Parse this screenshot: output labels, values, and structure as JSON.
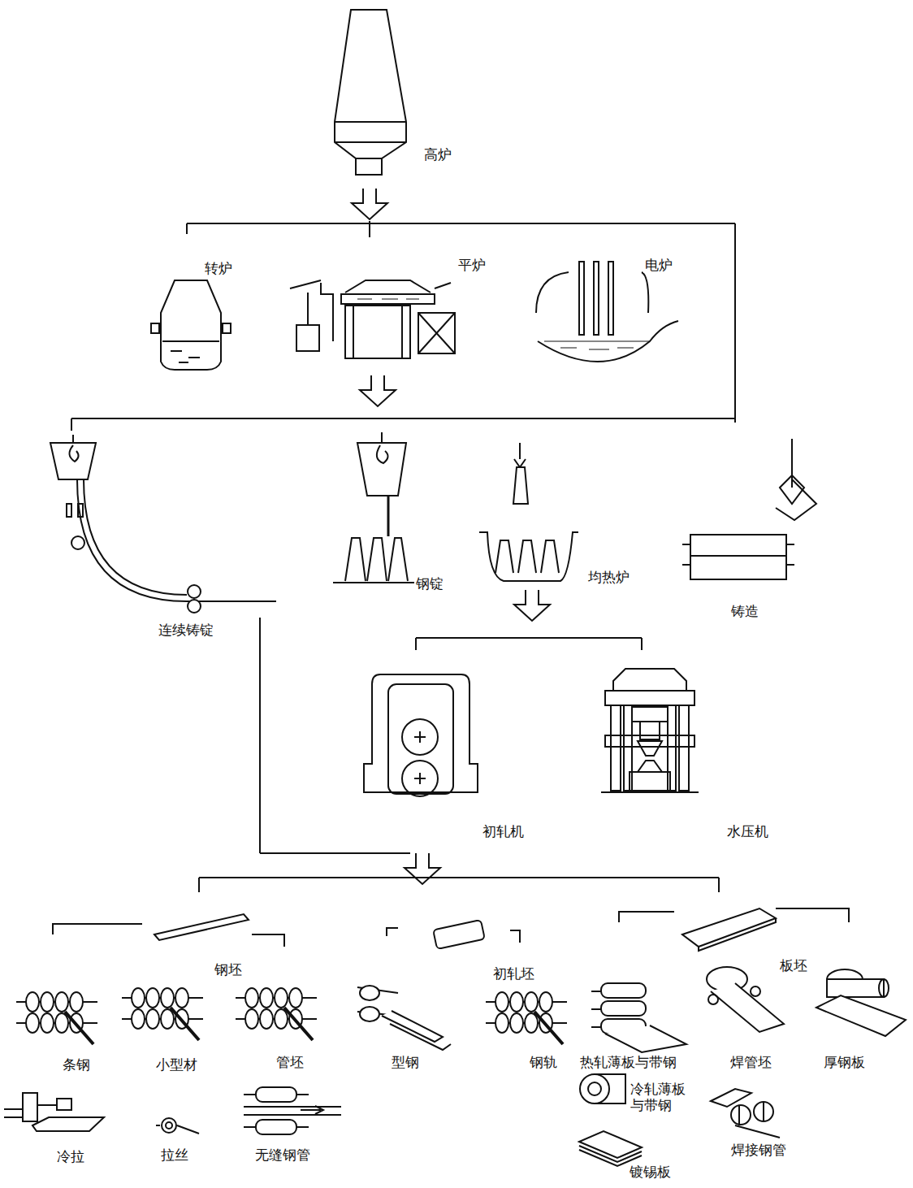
{
  "diagram": {
    "labels": [
      "高炉",
      "转炉",
      "平炉",
      "电炉",
      "钢锭",
      "均热炉",
      "连续铸锭",
      "铸造",
      "初轧机",
      "水压机",
      "钢坯",
      "初轧坯",
      "板坯",
      "条钢",
      "小型材",
      "管坯",
      "型钢",
      "钢轨",
      "热轧薄板与带钢",
      "焊管坯",
      "厚钢板",
      "冷轧薄板 与带钢",
      "焊接钢管",
      "冷拉",
      "拉丝",
      "无缝钢管",
      "镀锡板"
    ]
  }
}
